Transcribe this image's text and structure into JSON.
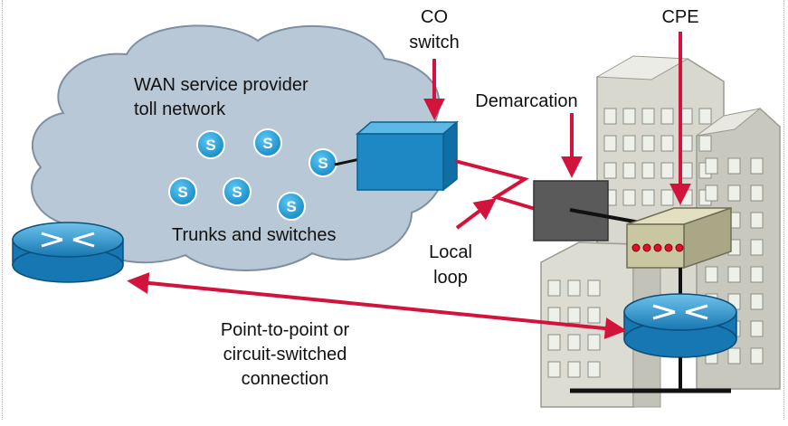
{
  "labels": {
    "co_switch_line1": "CO",
    "co_switch_line2": "switch",
    "cpe": "CPE",
    "wan_line1": "WAN service provider",
    "wan_line2": "toll network",
    "demarcation": "Demarcation",
    "trunks": "Trunks and switches",
    "local_line1": "Local",
    "local_line2": "loop",
    "p2p_line1": "Point-to-point or",
    "p2p_line2": "circuit-switched",
    "p2p_line3": "connection",
    "switch_glyph": "S"
  },
  "colors": {
    "cloud_fill": "#b9c8d6",
    "cloud_stroke": "#7d8fa0",
    "switch_blue": "#1a9ad6",
    "co_switch_box": "#1e88c4",
    "arrow_red": "#d2143c",
    "building_light": "#e3e3dc",
    "building_mid": "#cfcfc6",
    "building_dark": "#b8b8ae",
    "demarc_box": "#5a5a5a",
    "cpe_box": "#c9c7a2",
    "router_blue": "#1a8fc8",
    "led_red": "#e0102a"
  },
  "icons": [
    "switch-icon",
    "router-icon",
    "cpe-device-icon",
    "demarcation-box-icon",
    "building-icon",
    "cloud-icon"
  ]
}
